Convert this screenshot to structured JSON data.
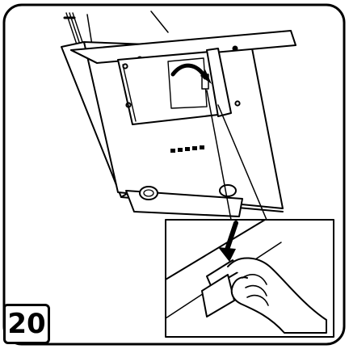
{
  "step": {
    "number": "20"
  },
  "colors": {
    "ink": "#000000",
    "paper": "#ffffff"
  },
  "icons": {
    "main": "cooker-hood-with-open-filter-panel",
    "action_arrow": "curved-arrow-icon",
    "detail": "zoom-detail-hand-pressing-latch"
  }
}
